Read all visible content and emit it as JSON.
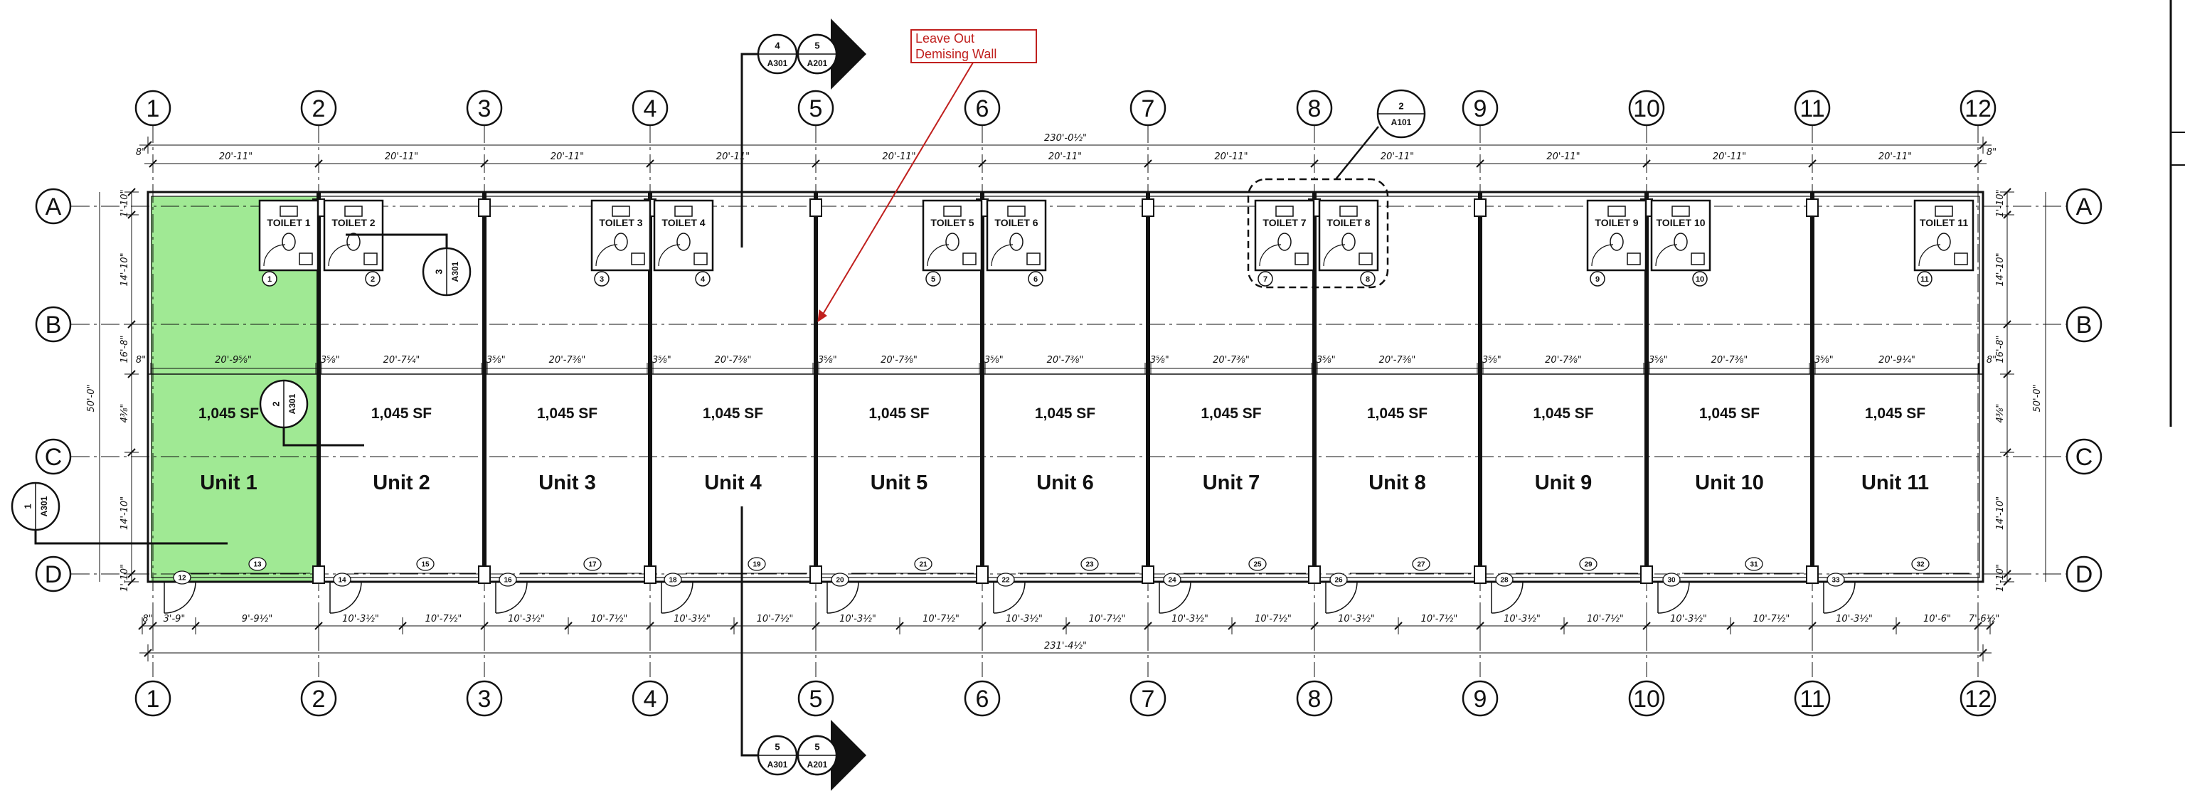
{
  "grid_columns": [
    "1",
    "2",
    "3",
    "4",
    "5",
    "6",
    "7",
    "8",
    "9",
    "10",
    "11",
    "12"
  ],
  "grid_rows": [
    "A",
    "B",
    "C",
    "D"
  ],
  "units": [
    {
      "name": "Unit 1",
      "area": "1,045 SF",
      "highlight": true
    },
    {
      "name": "Unit 2",
      "area": "1,045 SF",
      "highlight": false
    },
    {
      "name": "Unit 3",
      "area": "1,045 SF",
      "highlight": false
    },
    {
      "name": "Unit 4",
      "area": "1,045 SF",
      "highlight": false
    },
    {
      "name": "Unit 5",
      "area": "1,045 SF",
      "highlight": false
    },
    {
      "name": "Unit 6",
      "area": "1,045 SF",
      "highlight": false
    },
    {
      "name": "Unit 7",
      "area": "1,045 SF",
      "highlight": false
    },
    {
      "name": "Unit 8",
      "area": "1,045 SF",
      "highlight": false
    },
    {
      "name": "Unit 9",
      "area": "1,045 SF",
      "highlight": false
    },
    {
      "name": "Unit 10",
      "area": "1,045 SF",
      "highlight": false
    },
    {
      "name": "Unit 11",
      "area": "1,045 SF",
      "highlight": false
    }
  ],
  "toilets": [
    "TOILET 1",
    "TOILET 2",
    "TOILET 3",
    "TOILET 4",
    "TOILET 5",
    "TOILET 6",
    "TOILET 7",
    "TOILET 8",
    "TOILET 9",
    "TOILET 10",
    "TOILET 11"
  ],
  "toilet_numbers": [
    "1",
    "2",
    "3",
    "4",
    "5",
    "6",
    "7",
    "8",
    "9",
    "10",
    "11"
  ],
  "dimensions": {
    "overall_top": "230'-0½\"",
    "overall_bottom": "231'-4½\"",
    "top_bays": [
      "20'-11\"",
      "20'-11\"",
      "20'-11\"",
      "20'-11\"",
      "20'-11\"",
      "20'-11\"",
      "20'-11\"",
      "20'-11\"",
      "20'-11\"",
      "20'-11\"",
      "20'-11\""
    ],
    "top_left_end": "8\"",
    "top_right_end": "8\"",
    "mid_row": [
      "20'-9⅝\"",
      "-3⅝\"",
      "20'-7¼\"",
      "-3⅝\"",
      "20'-7⅜\"",
      "-3⅝\"",
      "20'-7⅜\"",
      "-3⅝\"",
      "20'-7⅜\"",
      "-3⅝\"",
      "20'-7⅜\"",
      "-3⅝\"",
      "20'-7⅜\"",
      "-3⅝\"",
      "20'-7⅜\"",
      "-3⅝\"",
      "20'-7⅜\"",
      "-3⅝\"",
      "20'-7⅜\"",
      "-3⅝\"",
      "20'-9¼\""
    ],
    "mid_left_end": "8\"",
    "mid_right_end": "8\"",
    "bottom_row": [
      "8\"",
      "3'-9\"",
      "9'-9½\"",
      "10'-3½\"",
      "10'-7½\"",
      "10'-3½\"",
      "10'-7½\"",
      "10'-3½\"",
      "10'-7½\"",
      "10'-3½\"",
      "10'-7½\"",
      "10'-3½\"",
      "10'-7½\"",
      "10'-3½\"",
      "10'-7½\"",
      "10'-3½\"",
      "10'-7½\"",
      "10'-3½\"",
      "10'-7½\"",
      "10'-3½\"",
      "10'-7½\"",
      "10'-3½\"",
      "10'-6\"",
      "7'-6½\"",
      "8\""
    ],
    "left_chain": [
      "1'-10\"",
      "14'-10\"",
      "16'-8\"",
      "4⅜\"",
      "14'-10\"",
      "1'-10\""
    ],
    "left_total": "50'-0\"",
    "right_chain": [
      "1'-10\"",
      "14'-10\"",
      "16'-8\"",
      "4⅜\"",
      "14'-10\"",
      "1'-10\""
    ],
    "right_total": "50'-0\""
  },
  "section_markers": [
    {
      "num": "4",
      "sheet": "A301",
      "num2": "5",
      "sheet2": "A201"
    },
    {
      "num": "5",
      "sheet": "A301",
      "num2": "5",
      "sheet2": "A201"
    }
  ],
  "detail_callouts": [
    {
      "num": "2",
      "sheet": "A101"
    },
    {
      "num": "3",
      "sheet": "A301"
    },
    {
      "num": "2",
      "sheet": "A301"
    },
    {
      "num": "1",
      "sheet": "A301"
    }
  ],
  "door_tags": [
    "12",
    "13",
    "14",
    "15",
    "16",
    "17",
    "18",
    "19",
    "20",
    "21",
    "22",
    "23",
    "24",
    "25",
    "26",
    "27",
    "28",
    "29",
    "30",
    "31",
    "33",
    "32"
  ],
  "annotation": {
    "line1": "Leave Out",
    "line2": "Demising Wall",
    "color": "#c0201e"
  },
  "colors": {
    "highlight": "#9be88e",
    "line": "#111111",
    "annotation": "#c0201e"
  }
}
